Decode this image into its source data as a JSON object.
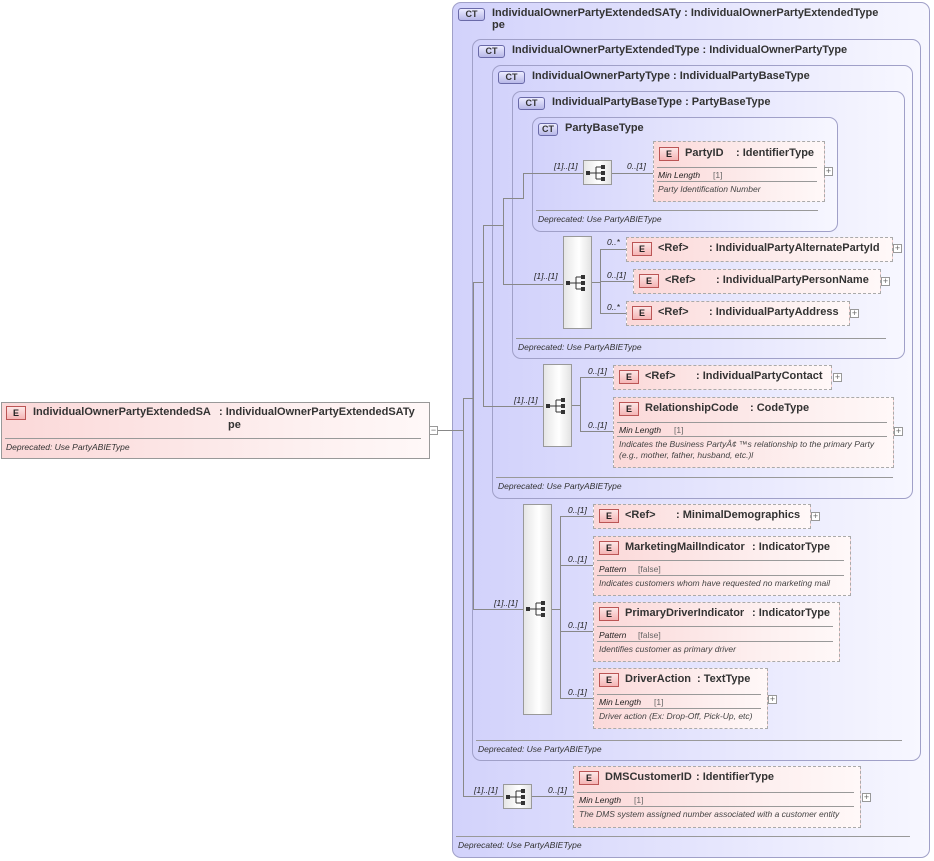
{
  "root": {
    "badge": "E",
    "name": "IndividualOwnerPartyExtendedSA",
    "type": ": IndividualOwnerPartyExtendedSATy",
    "type2": "pe",
    "deprecated": "Deprecated: Use PartyABIEType"
  },
  "ct1": {
    "badge": "CT",
    "title": "IndividualOwnerPartyExtendedSATy : IndividualOwnerPartyExtendedType",
    "title2": "pe",
    "deprecated": "Deprecated: Use PartyABIEType"
  },
  "ct2": {
    "badge": "CT",
    "title": "IndividualOwnerPartyExtendedType : IndividualOwnerPartyType",
    "deprecated": "Deprecated: Use PartyABIEType"
  },
  "ct3": {
    "badge": "CT",
    "title": "IndividualOwnerPartyType : IndividualPartyBaseType",
    "deprecated": "Deprecated: Use PartyABIEType"
  },
  "ct4": {
    "badge": "CT",
    "title": "IndividualPartyBaseType : PartyBaseType",
    "deprecated": "Deprecated: Use PartyABIEType"
  },
  "ct5": {
    "badge": "CT",
    "title": "PartyBaseType",
    "deprecated": "Deprecated: Use PartyABIEType"
  },
  "elements": {
    "partyId": {
      "badge": "E",
      "name": "PartyID",
      "type": ": IdentifierType",
      "facet": "Min Length",
      "facet_val": "[1]",
      "desc": "Party Identification Number"
    },
    "altId": {
      "badge": "E",
      "name": "<Ref>",
      "type": ": IndividualPartyAlternatePartyId"
    },
    "personName": {
      "badge": "E",
      "name": "<Ref>",
      "type": ": IndividualPartyPersonName"
    },
    "address": {
      "badge": "E",
      "name": "<Ref>",
      "type": ": IndividualPartyAddress"
    },
    "contact": {
      "badge": "E",
      "name": "<Ref>",
      "type": ": IndividualPartyContact"
    },
    "relCode": {
      "badge": "E",
      "name": "RelationshipCode",
      "type": ": CodeType",
      "facet": "Min Length",
      "facet_val": "[1]",
      "desc1": "Indicates the Business PartyÂ¢ ™s relationship to the primary Party",
      "desc2": "(e.g., mother, father, husband, etc.)l"
    },
    "minDemo": {
      "badge": "E",
      "name": "<Ref>",
      "type": ": MinimalDemographics"
    },
    "mailInd": {
      "badge": "E",
      "name": "MarketingMailIndicator",
      "type": ": IndicatorType",
      "facet": "Pattern",
      "facet_val": "[false]",
      "desc": "Indicates customers whom have requested no marketing mail"
    },
    "primDriver": {
      "badge": "E",
      "name": "PrimaryDriverIndicator",
      "type": ": IndicatorType",
      "facet": "Pattern",
      "facet_val": "[false]",
      "desc": "Identifies customer as primary driver"
    },
    "driverAction": {
      "badge": "E",
      "name": "DriverAction",
      "type": ": TextType",
      "facet": "Min Length",
      "facet_val": "[1]",
      "desc": "Driver action (Ex: Drop-Off, Pick-Up, etc)"
    },
    "dmsId": {
      "badge": "E",
      "name": "DMSCustomerID",
      "type": ": IdentifierType",
      "facet": "Min Length",
      "facet_val": "[1]",
      "desc": "The DMS system assigned number associated with a customer entity"
    }
  },
  "mult": {
    "one": "[1]..[1]",
    "zeroOne": "0..[1]",
    "zeroMany": "0..*"
  },
  "icons": {
    "sequence": "sequence-icon",
    "expand": "expand-icon",
    "collapse": "collapse-icon"
  }
}
